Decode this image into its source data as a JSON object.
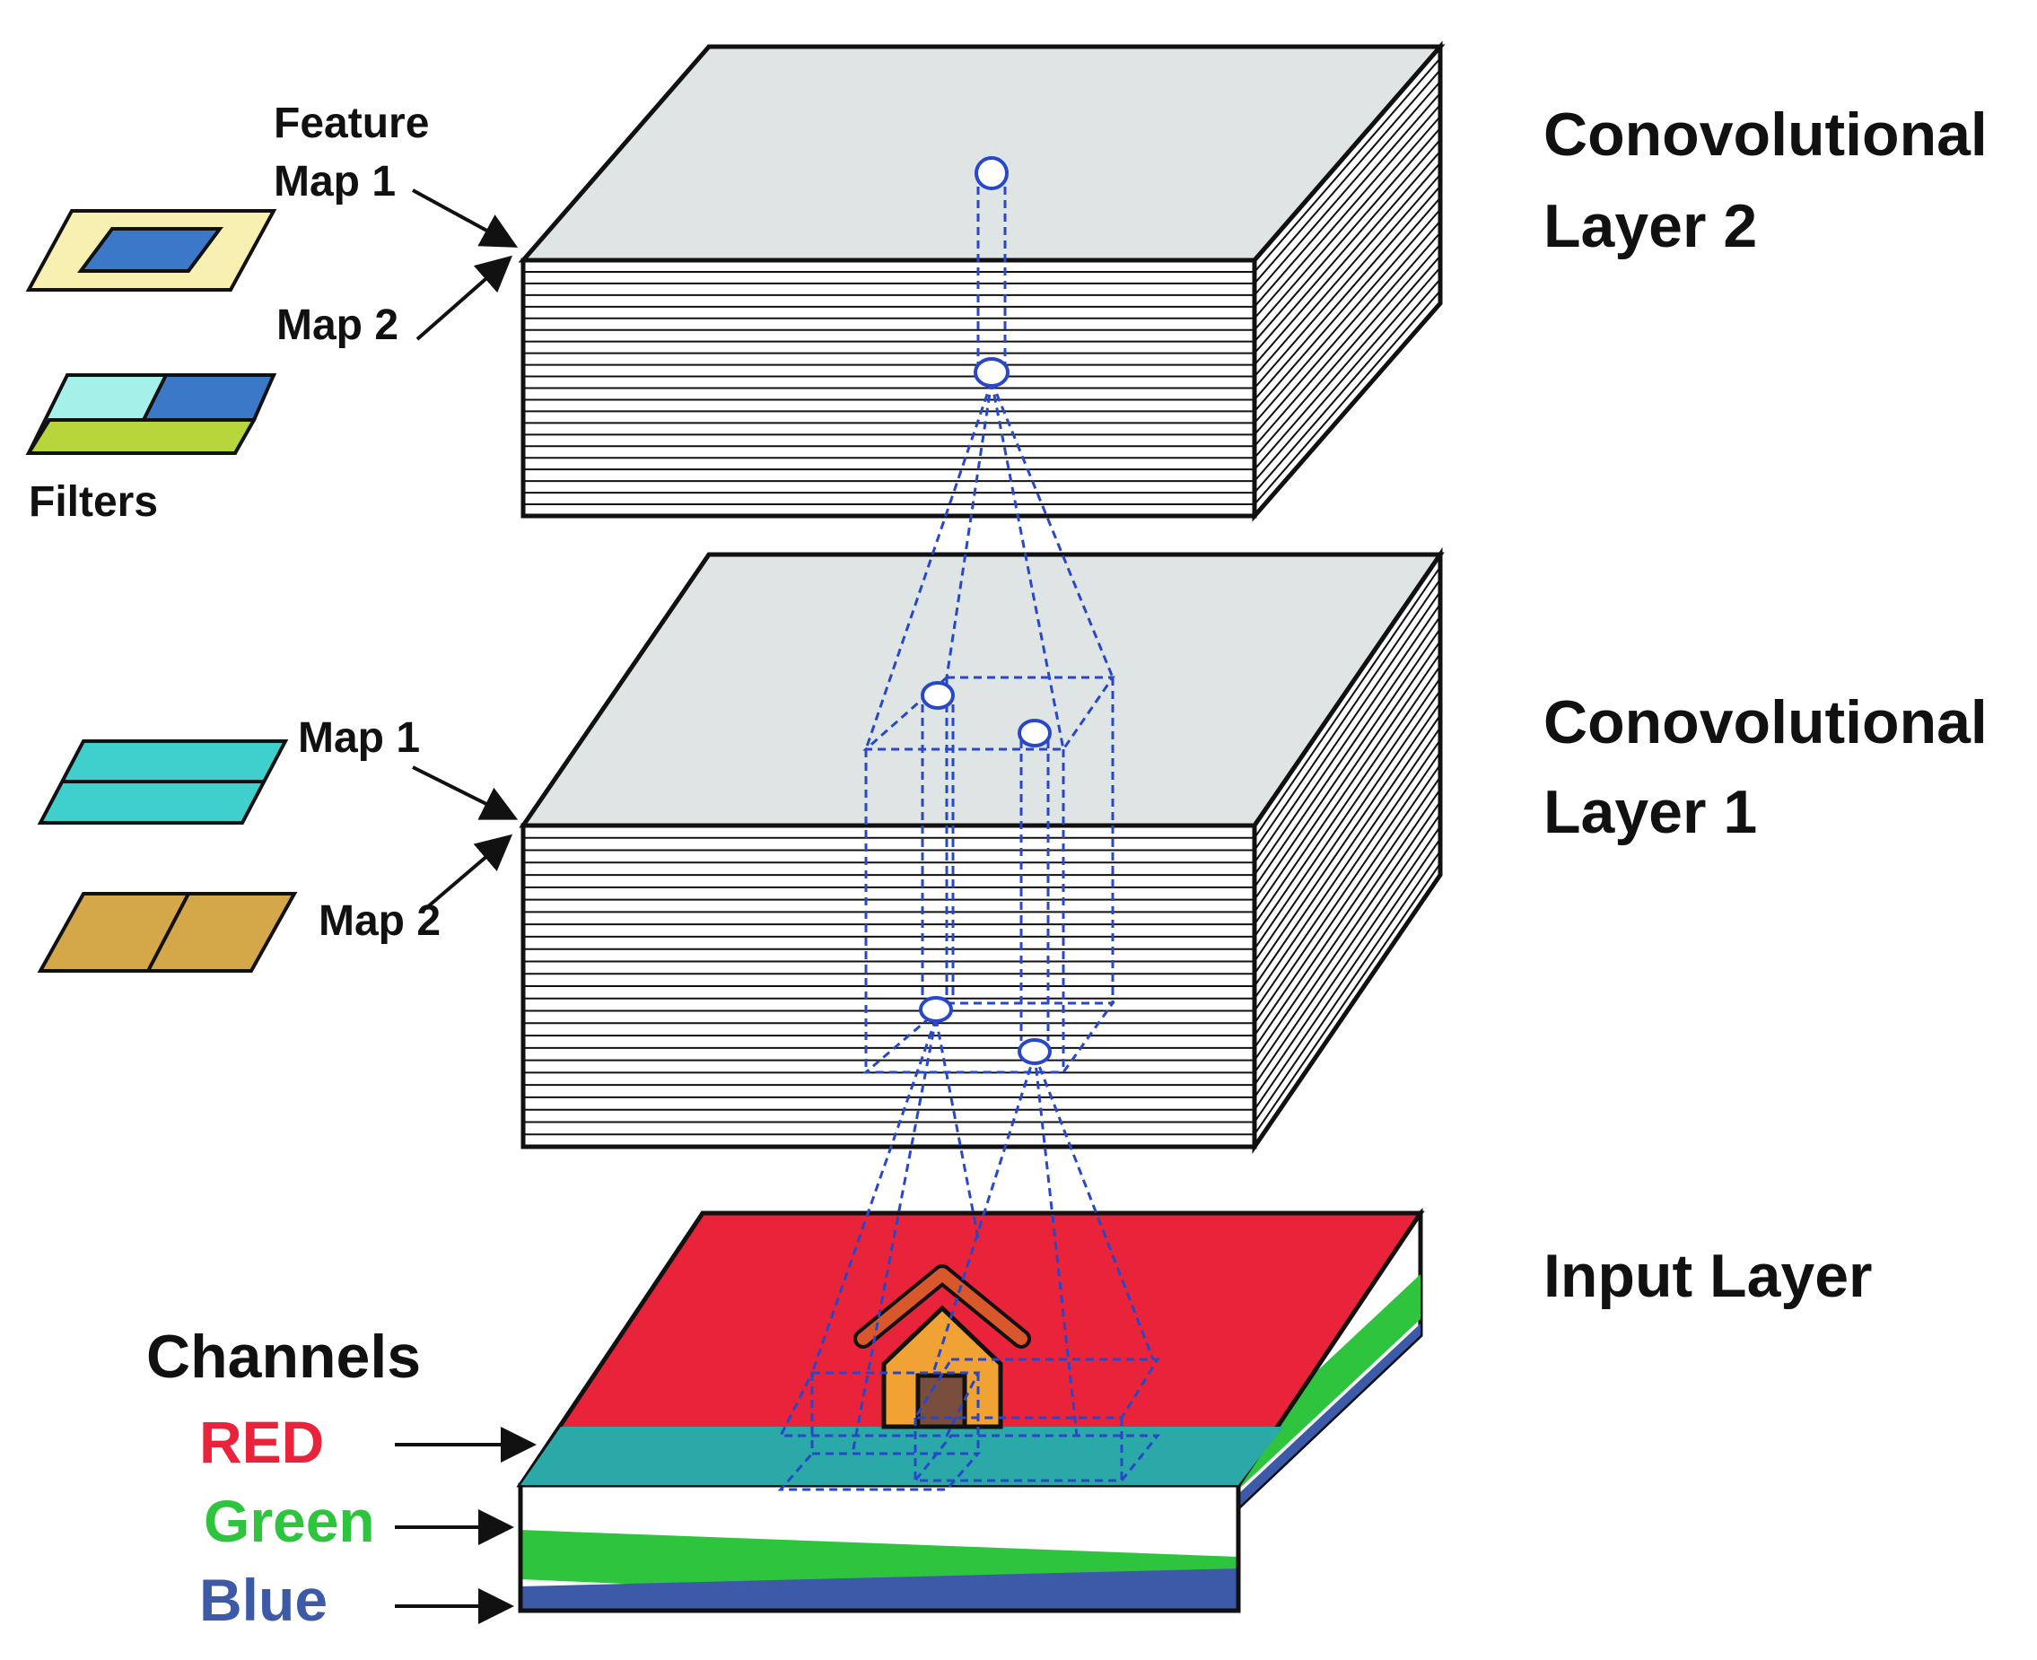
{
  "layers": {
    "conv2": {
      "line1": "Conovolutional",
      "line2": "Layer 2"
    },
    "conv1": {
      "line1": "Conovolutional",
      "line2": "Layer 1"
    },
    "input": {
      "label": "Input Layer"
    }
  },
  "conv2_maps": {
    "feature_label": "Feature",
    "map1_label": "Map 1",
    "map2_label": "Map 2",
    "filters_label": "Filters"
  },
  "conv1_maps": {
    "map1_label": "Map 1",
    "map2_label": "Map 2"
  },
  "channels": {
    "title": "Channels",
    "red": {
      "label": "RED",
      "color": "#e8233a"
    },
    "green": {
      "label": "Green",
      "color": "#2fc43e"
    },
    "blue": {
      "label": "Blue",
      "color": "#3d5aa8"
    }
  },
  "colors": {
    "layer_top": "#dfe5e5",
    "dashed_lines": "#2848c8",
    "house_body": "#f0a234",
    "house_roof": "#d9582b",
    "filter1_outer": "#f8f0b0",
    "filter1_inner": "#3c78c8",
    "filter2_cyan": "#a6f0ea",
    "filter2_green": "#b7d63c",
    "map1_teal": "#3fcfcc",
    "map2_gold": "#d4a849",
    "red_band": "#2ba8a8"
  }
}
